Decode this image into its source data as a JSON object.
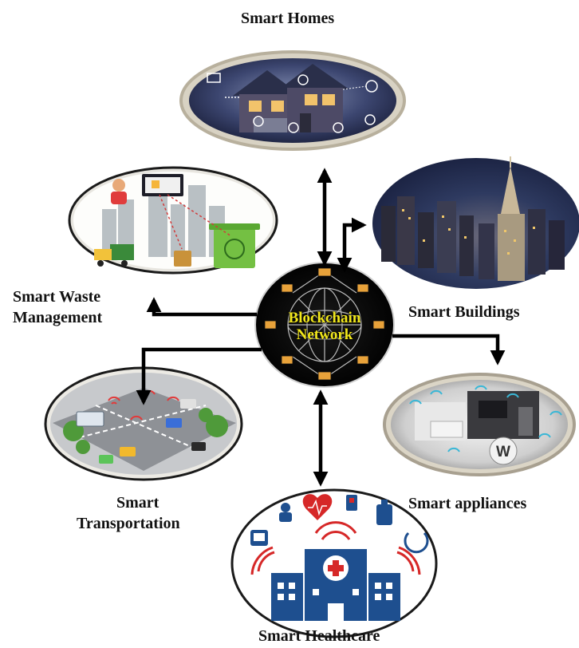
{
  "nodes": {
    "smart_homes": "Smart Homes",
    "smart_buildings": "Smart Buildings",
    "smart_waste_management": [
      "Smart Waste",
      "Management"
    ],
    "smart_appliances": "Smart appliances",
    "smart_transportation": [
      "Smart",
      "Transportation"
    ],
    "smart_healthcare": "Smart Healthcare"
  },
  "center": {
    "line1": "Blockchain",
    "line2": "Network"
  },
  "appliance_badge": "W",
  "colors": {
    "arrow": "#000000",
    "center_bg": "#0a0a0a",
    "center_text": "#f2e81c",
    "hospital_blue": "#1e4f8f",
    "hospital_red": "#d62828",
    "ring": "#c9c1ad"
  }
}
